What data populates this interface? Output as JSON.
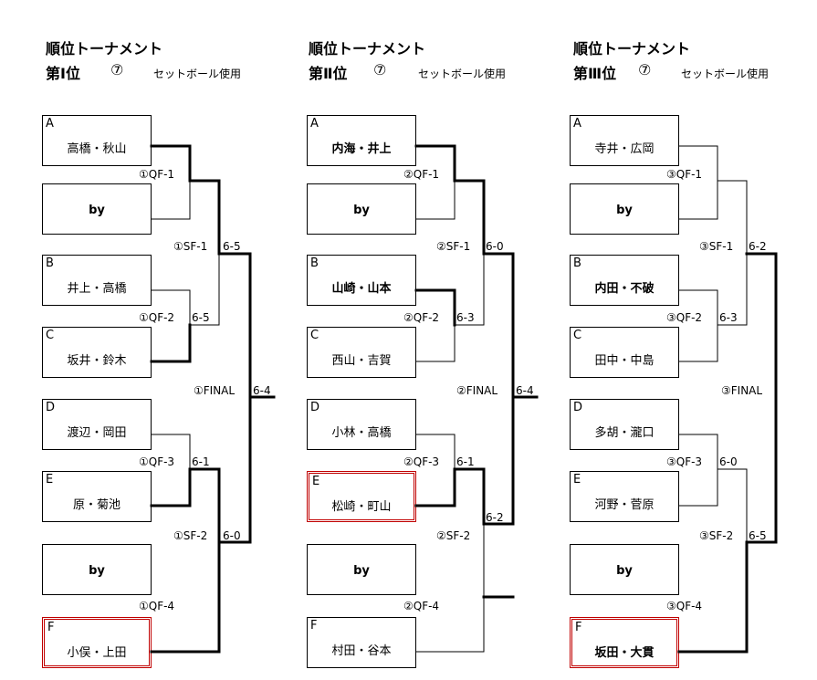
{
  "title": "順位トーナメント",
  "ball_note": "セットボール使用",
  "sections": [
    {
      "rank_label": "第Ⅰ位",
      "court": "⑦",
      "entries": [
        {
          "letter": "A",
          "name": "高橋・秋山",
          "bold": false,
          "highlight": false
        },
        {
          "letter": "",
          "name": "by",
          "bold": true,
          "highlight": false
        },
        {
          "letter": "B",
          "name": "井上・高橋",
          "bold": false,
          "highlight": false
        },
        {
          "letter": "C",
          "name": "坂井・鈴木",
          "bold": false,
          "highlight": false
        },
        {
          "letter": "D",
          "name": "渡辺・岡田",
          "bold": false,
          "highlight": false
        },
        {
          "letter": "E",
          "name": "原・菊池",
          "bold": false,
          "highlight": false
        },
        {
          "letter": "",
          "name": "by",
          "bold": true,
          "highlight": false
        },
        {
          "letter": "F",
          "name": "小俣・上田",
          "bold": false,
          "highlight": true
        }
      ],
      "qf": [
        {
          "label": "①QF-1",
          "score": ""
        },
        {
          "label": "①QF-2",
          "score": "6-5"
        },
        {
          "label": "①QF-3",
          "score": "6-1"
        },
        {
          "label": "①QF-4",
          "score": ""
        }
      ],
      "sf": [
        {
          "label": "①SF-1",
          "score": "6-5"
        },
        {
          "label": "①SF-2",
          "score": "6-0"
        }
      ],
      "final": {
        "label": "①FINAL",
        "score": "6-4"
      }
    },
    {
      "rank_label": "第Ⅱ位",
      "court": "⑦",
      "entries": [
        {
          "letter": "A",
          "name": "内海・井上",
          "bold": true,
          "highlight": false
        },
        {
          "letter": "",
          "name": "by",
          "bold": true,
          "highlight": false
        },
        {
          "letter": "B",
          "name": "山崎・山本",
          "bold": true,
          "highlight": false
        },
        {
          "letter": "C",
          "name": "西山・吉賀",
          "bold": false,
          "highlight": false
        },
        {
          "letter": "D",
          "name": "小林・高橋",
          "bold": false,
          "highlight": false
        },
        {
          "letter": "E",
          "name": "松崎・町山",
          "bold": false,
          "highlight": true
        },
        {
          "letter": "",
          "name": "by",
          "bold": true,
          "highlight": false
        },
        {
          "letter": "F",
          "name": "村田・谷本",
          "bold": false,
          "highlight": false
        }
      ],
      "qf": [
        {
          "label": "②QF-1",
          "score": ""
        },
        {
          "label": "②QF-2",
          "score": "6-3"
        },
        {
          "label": "②QF-3",
          "score": "6-1"
        },
        {
          "label": "②QF-4",
          "score": ""
        }
      ],
      "sf": [
        {
          "label": "②SF-1",
          "score": "6-0"
        },
        {
          "label": "②SF-2",
          "score": "6-2"
        }
      ],
      "final": {
        "label": "②FINAL",
        "score": "6-4"
      }
    },
    {
      "rank_label": "第Ⅲ位",
      "court": "⑦",
      "entries": [
        {
          "letter": "A",
          "name": "寺井・広岡",
          "bold": false,
          "highlight": false
        },
        {
          "letter": "",
          "name": "by",
          "bold": true,
          "highlight": false
        },
        {
          "letter": "B",
          "name": "内田・不破",
          "bold": true,
          "highlight": false
        },
        {
          "letter": "C",
          "name": "田中・中島",
          "bold": false,
          "highlight": false
        },
        {
          "letter": "D",
          "name": "多胡・瀧口",
          "bold": false,
          "highlight": false
        },
        {
          "letter": "E",
          "name": "河野・菅原",
          "bold": false,
          "highlight": false
        },
        {
          "letter": "",
          "name": "by",
          "bold": true,
          "highlight": false
        },
        {
          "letter": "F",
          "name": "坂田・大貫",
          "bold": true,
          "highlight": true
        }
      ],
      "qf": [
        {
          "label": "③QF-1",
          "score": ""
        },
        {
          "label": "③QF-2",
          "score": "6-3"
        },
        {
          "label": "③QF-3",
          "score": "6-0"
        },
        {
          "label": "③QF-4",
          "score": ""
        }
      ],
      "sf": [
        {
          "label": "③SF-1",
          "score": "6-2"
        },
        {
          "label": "③SF-2",
          "score": "6-5"
        }
      ],
      "final": {
        "label": "③FINAL",
        "score": ""
      }
    }
  ]
}
